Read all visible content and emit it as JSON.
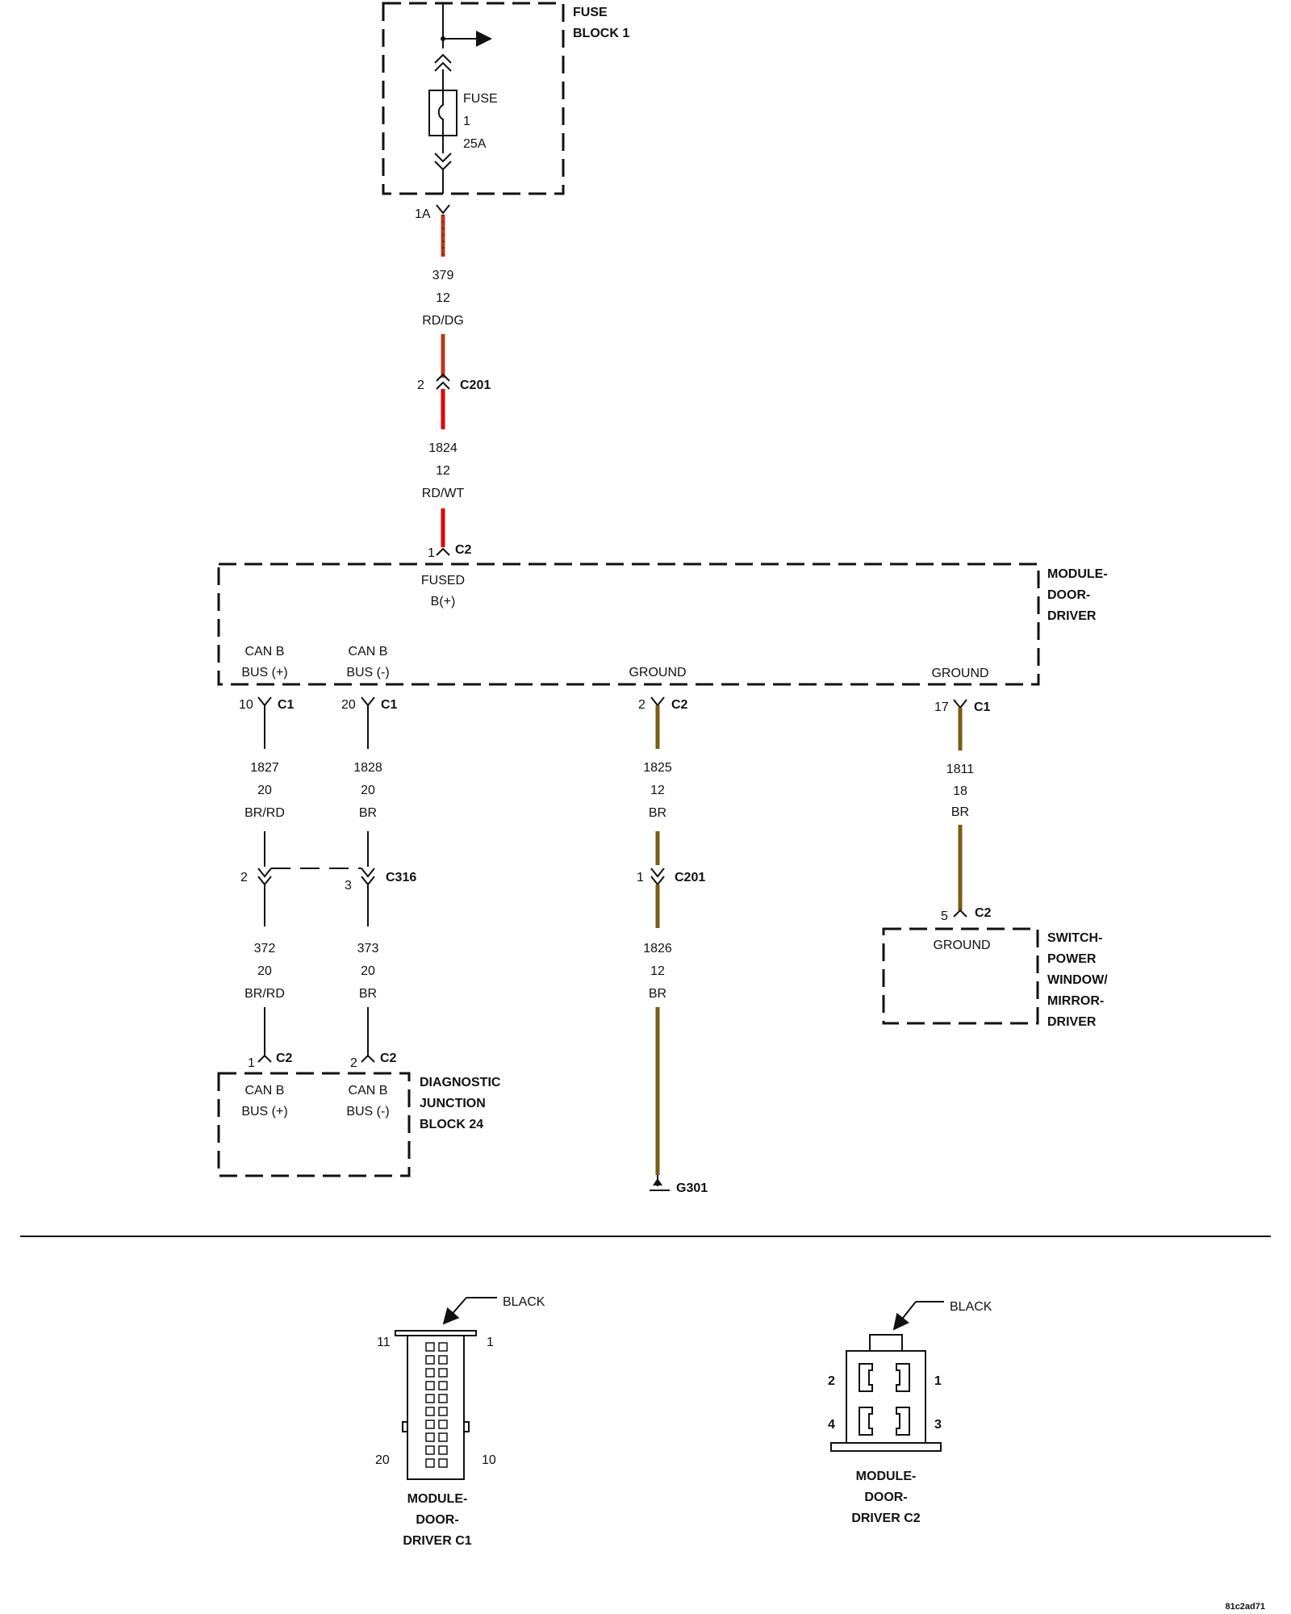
{
  "colors": {
    "line": "#111111",
    "wire_red": "#e00000",
    "wire_red_dark": "#b53a1a",
    "wire_brown": "#7a5c14"
  },
  "fuse_block": {
    "title_line1": "FUSE",
    "title_line2": "BLOCK 1",
    "fuse_label": "FUSE",
    "fuse_number": "1",
    "fuse_rating": "25A",
    "cavity": "1A"
  },
  "wire_379": {
    "circuit": "379",
    "gauge": "12",
    "color": "RD/DG"
  },
  "c201_upper": {
    "pin": "2",
    "name": "C201"
  },
  "wire_1824": {
    "circuit": "1824",
    "gauge": "12",
    "color": "RD/WT"
  },
  "module_c2_top": {
    "pin": "1",
    "name": "C2"
  },
  "module": {
    "title_line1": "MODULE-",
    "title_line2": "DOOR-",
    "title_line3": "DRIVER",
    "fused_line1": "FUSED",
    "fused_line2": "B(+)",
    "canp_line1": "CAN B",
    "canp_line2": "BUS (+)",
    "canm_line1": "CAN B",
    "canm_line2": "BUS (-)",
    "ground1": "GROUND",
    "ground2": "GROUND"
  },
  "pins": {
    "p10": {
      "pin": "10",
      "name": "C1"
    },
    "p20": {
      "pin": "20",
      "name": "C1"
    },
    "p2": {
      "pin": "2",
      "name": "C2"
    },
    "p17": {
      "pin": "17",
      "name": "C1"
    }
  },
  "wire_1827": {
    "circuit": "1827",
    "gauge": "20",
    "color": "BR/RD"
  },
  "wire_1828": {
    "circuit": "1828",
    "gauge": "20",
    "color": "BR"
  },
  "wire_1825": {
    "circuit": "1825",
    "gauge": "12",
    "color": "BR"
  },
  "wire_1811": {
    "circuit": "1811",
    "gauge": "18",
    "color": "BR"
  },
  "c316": {
    "pin_a": "2",
    "pin_b": "3",
    "name": "C316"
  },
  "c201_lower": {
    "pin": "1",
    "name": "C201"
  },
  "wire_372": {
    "circuit": "372",
    "gauge": "20",
    "color": "BR/RD"
  },
  "wire_373": {
    "circuit": "373",
    "gauge": "20",
    "color": "BR"
  },
  "wire_1826": {
    "circuit": "1826",
    "gauge": "12",
    "color": "BR"
  },
  "djb": {
    "pin_a": "1",
    "pin_b": "2",
    "name": "C2",
    "title_line1": "DIAGNOSTIC",
    "title_line2": "JUNCTION",
    "title_line3": "BLOCK 24",
    "canp_line1": "CAN B",
    "canp_line2": "BUS (+)",
    "canm_line1": "CAN B",
    "canm_line2": "BUS (-)"
  },
  "switch": {
    "pin": "5",
    "name": "C2",
    "ground": "GROUND",
    "title_line1": "SWITCH-",
    "title_line2": "POWER",
    "title_line3": "WINDOW/",
    "title_line4": "MIRROR-",
    "title_line5": "DRIVER"
  },
  "ground_point": "G301",
  "connector_c1": {
    "color": "BLACK",
    "pin_tl": "11",
    "pin_tr": "1",
    "pin_bl": "20",
    "pin_br": "10",
    "title_line1": "MODULE-",
    "title_line2": "DOOR-",
    "title_line3": "DRIVER C1"
  },
  "connector_c2": {
    "color": "BLACK",
    "pin_1": "1",
    "pin_2": "2",
    "pin_3": "3",
    "pin_4": "4",
    "title_line1": "MODULE-",
    "title_line2": "DOOR-",
    "title_line3": "DRIVER C2"
  },
  "diagram_id": "81c2ad71"
}
